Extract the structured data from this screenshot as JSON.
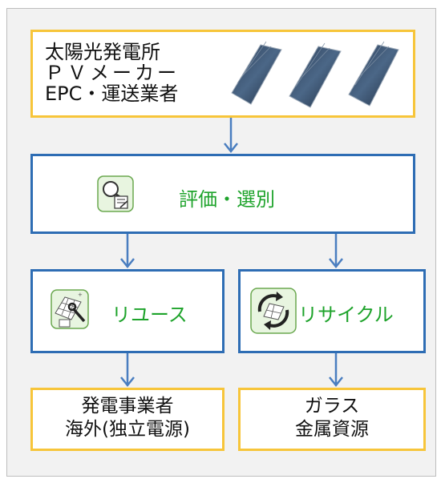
{
  "colors": {
    "background": "#f2f2f2",
    "yellow_border": "#f7c53a",
    "blue_border": "#2e6db4",
    "green_label": "#1ea32b",
    "arrow": "#4a7ec0"
  },
  "source": {
    "lines": [
      "太陽光発電所",
      "ＰＶメーカー",
      "EPC・運送業者"
    ],
    "image": "solar-panels"
  },
  "evaluation": {
    "label": "評価・選別",
    "icon": "magnifier-checklist-icon"
  },
  "reuse": {
    "label": "リユース",
    "icon": "panel-wrench-icon"
  },
  "recycle": {
    "label": "リサイクル",
    "icon": "recycle-panel-icon"
  },
  "reuse_destination": {
    "lines": [
      "発電事業者",
      "海外(独立電源)"
    ]
  },
  "recycle_destination": {
    "lines": [
      "ガラス",
      "金属資源"
    ]
  }
}
